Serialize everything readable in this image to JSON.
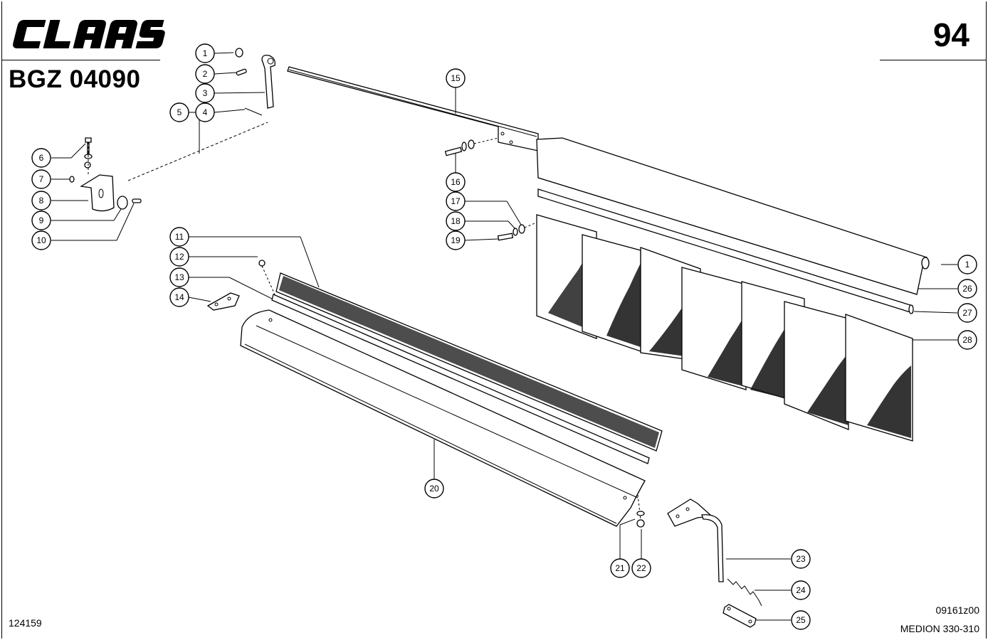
{
  "header": {
    "brand": "CLAAS",
    "document_code": "BGZ 04090",
    "page_number": "94"
  },
  "footer": {
    "left_code": "124159",
    "right_code": "09161z00",
    "model": "MEDION 330-310"
  },
  "callouts": [
    {
      "label": "1"
    },
    {
      "label": "2"
    },
    {
      "label": "3"
    },
    {
      "label": "4"
    },
    {
      "label": "5"
    },
    {
      "label": "6"
    },
    {
      "label": "7"
    },
    {
      "label": "8"
    },
    {
      "label": "9"
    },
    {
      "label": "10"
    },
    {
      "label": "11"
    },
    {
      "label": "12"
    },
    {
      "label": "13"
    },
    {
      "label": "14"
    },
    {
      "label": "15"
    },
    {
      "label": "16"
    },
    {
      "label": "17"
    },
    {
      "label": "18"
    },
    {
      "label": "19"
    },
    {
      "label": "20"
    },
    {
      "label": "21"
    },
    {
      "label": "22"
    },
    {
      "label": "23"
    },
    {
      "label": "24"
    },
    {
      "label": "25"
    },
    {
      "label": "26"
    },
    {
      "label": "27"
    },
    {
      "label": "28"
    },
    {
      "label": "1"
    }
  ]
}
